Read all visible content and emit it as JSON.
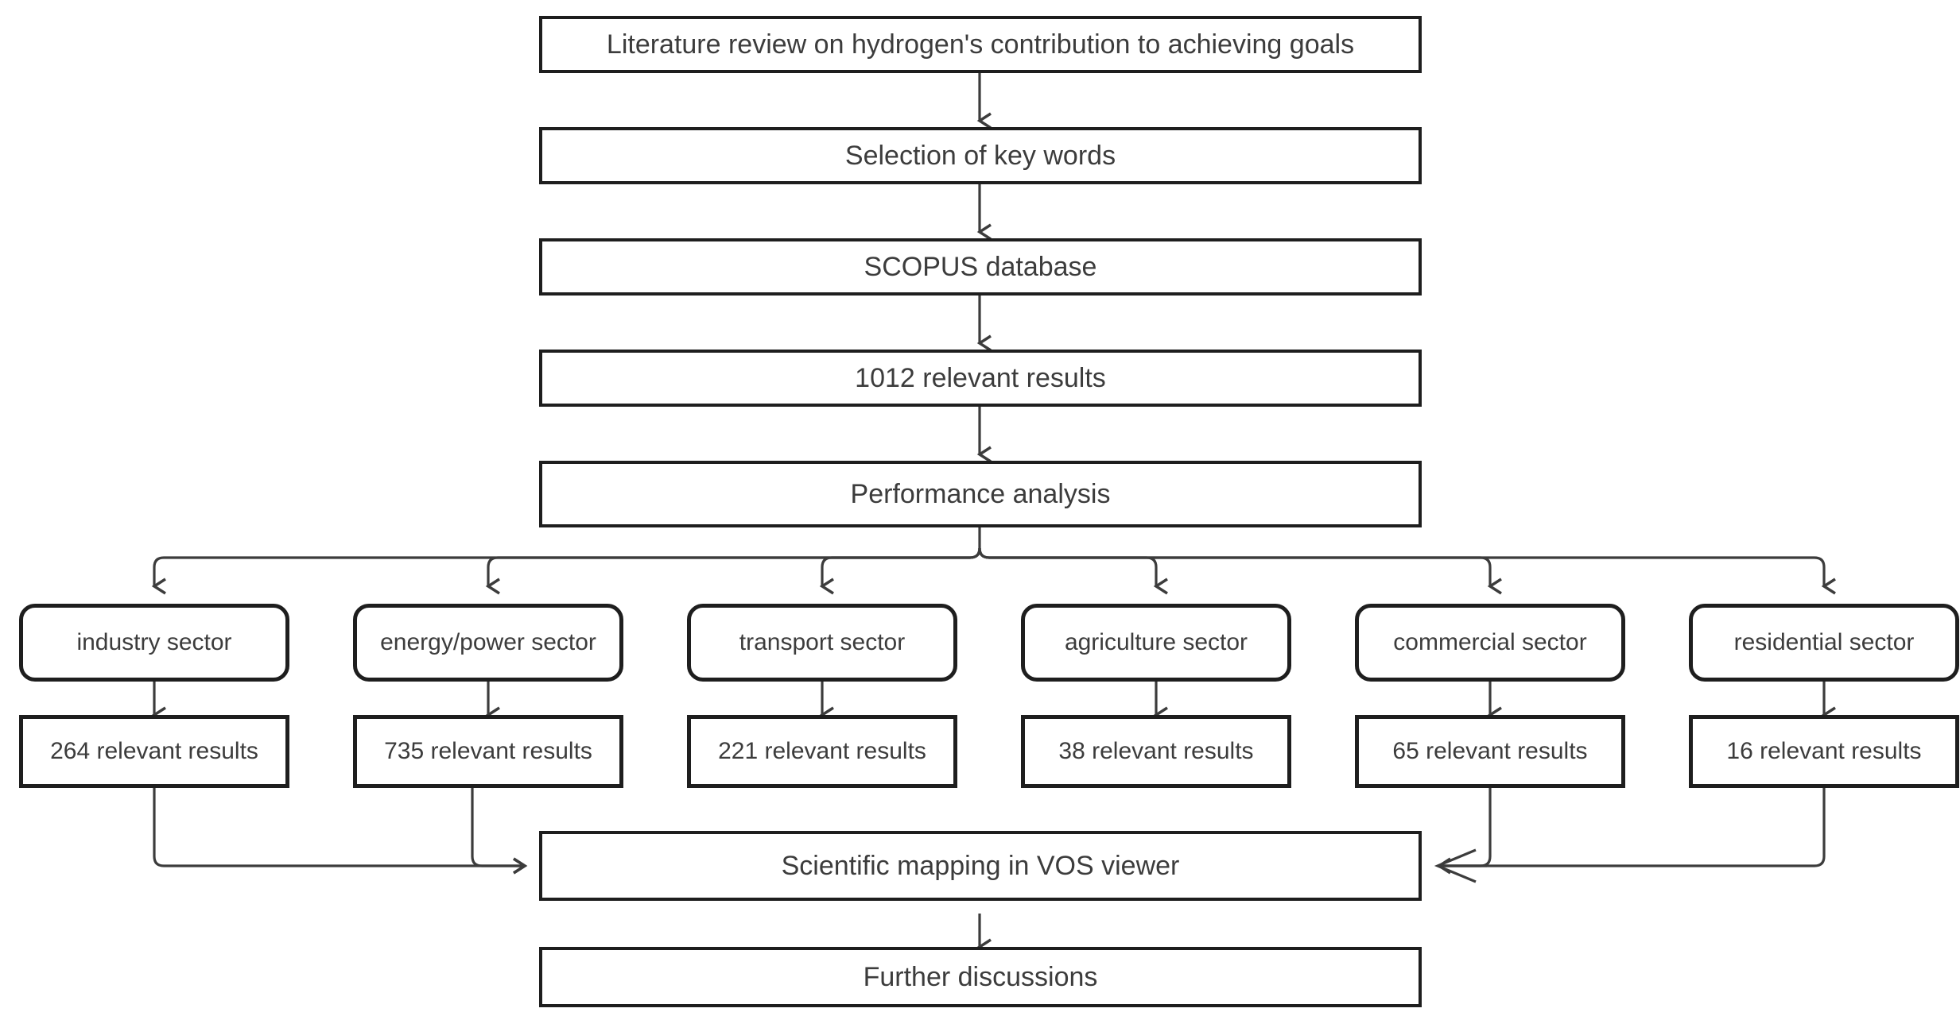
{
  "diagram": {
    "title_flow": "Hydrogen literature review methodology flowchart",
    "colors": {
      "box_border": "#1e1e1e",
      "box_fill": "#ffffff",
      "text": "#3c3c3c",
      "connector": "#3c3c3c",
      "background": "#ffffff"
    },
    "main_steps": [
      {
        "id": "literature-review",
        "label": "Literature review on hydrogen's contribution to achieving goals"
      },
      {
        "id": "key-words",
        "label": "Selection of key words"
      },
      {
        "id": "scopus",
        "label": "SCOPUS database"
      },
      {
        "id": "relevant-results",
        "label": "1012 relevant results"
      },
      {
        "id": "performance-analysis",
        "label": "Performance analysis"
      }
    ],
    "sectors": [
      {
        "id": "industry",
        "label": "industry sector",
        "results": "264 relevant results",
        "count": 264
      },
      {
        "id": "energy-power",
        "label": "energy/power sector",
        "results": "735 relevant results",
        "count": 735
      },
      {
        "id": "transport",
        "label": "transport sector",
        "results": "221 relevant results",
        "count": 221
      },
      {
        "id": "agriculture",
        "label": "agriculture sector",
        "results": "38 relevant results",
        "count": 38
      },
      {
        "id": "commercial",
        "label": "commercial sector",
        "results": "65 relevant results",
        "count": 65
      },
      {
        "id": "residential",
        "label": "residential sector",
        "results": "16 relevant results",
        "count": 16
      }
    ],
    "final_steps": [
      {
        "id": "scientific-mapping",
        "label": "Scientific mapping in VOS viewer"
      },
      {
        "id": "further-discussions",
        "label": "Further discussions"
      }
    ]
  }
}
